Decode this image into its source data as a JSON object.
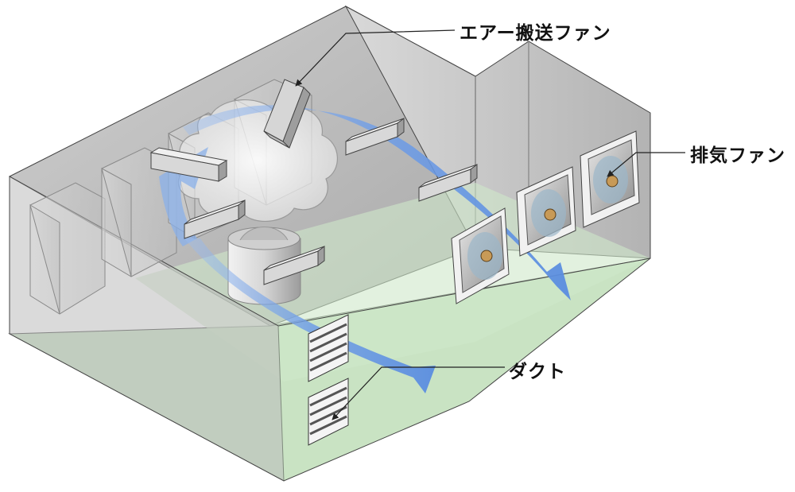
{
  "labels": {
    "air_transport_fan": "エアー搬送ファン",
    "exhaust_fan": "排気ファン",
    "duct": "ダクト"
  },
  "colors": {
    "floor": "#c9e3c3",
    "walls": "#b9b9b9",
    "airflow_arrow": "#7aa7e6",
    "fan_hub": "#c89a57"
  }
}
